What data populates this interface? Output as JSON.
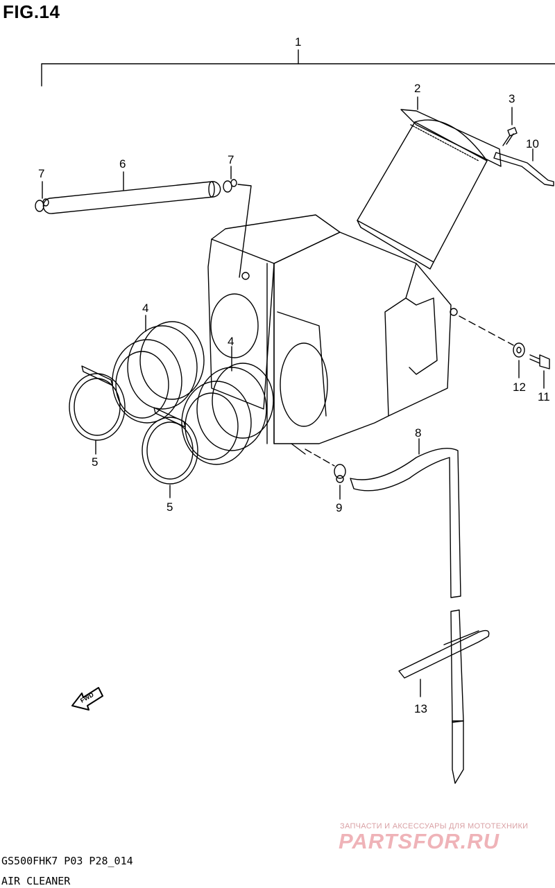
{
  "figure": {
    "title": "FIG.14"
  },
  "callouts": [
    "1",
    "2",
    "3",
    "4",
    "4",
    "5",
    "5",
    "6",
    "7",
    "7",
    "8",
    "9",
    "10",
    "11",
    "12",
    "13"
  ],
  "fwd_label": "FWD",
  "watermark": {
    "tagline": "ЗАПЧАСТИ И АКСЕССУАРЫ ДЛЯ МОТОТЕХНИКИ",
    "logo": "PARTSFOR.RU"
  },
  "footer": {
    "model_code": "GS500FHK7 P03 P28_014",
    "section": "AIR CLEANER"
  },
  "colors": {
    "line": "#000000",
    "watermark": "#efb3b8"
  }
}
